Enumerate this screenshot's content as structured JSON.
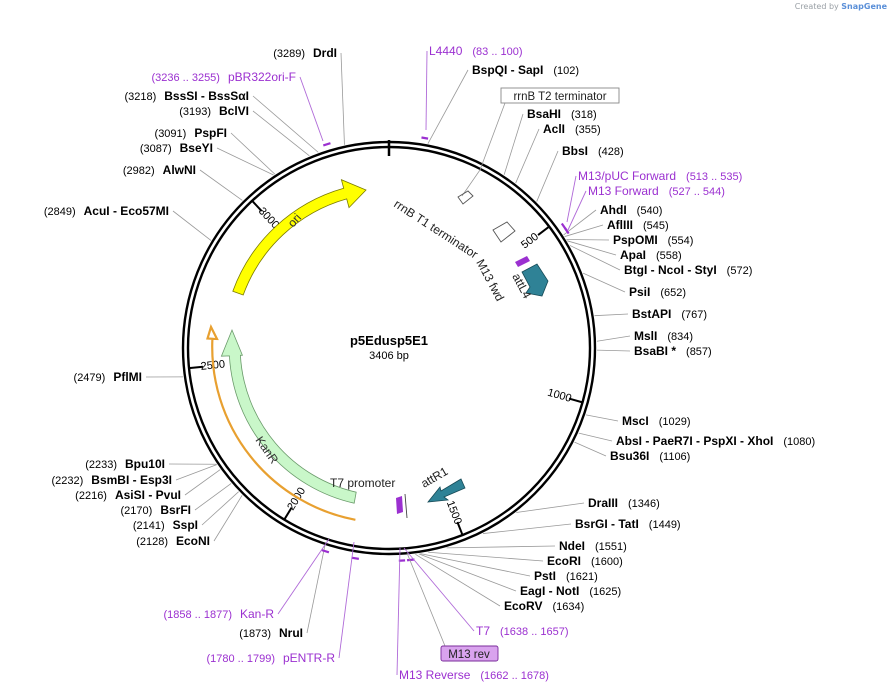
{
  "header": {
    "credit_prefix": "Created by",
    "credit_brand": "SnapGene"
  },
  "plasmid": {
    "name": "p5Edusp5E1",
    "length_label": "3406 bp",
    "length_bp": 3406
  },
  "colors": {
    "feature_purple": "#9b30d0",
    "site_black": "#000000",
    "ori": "#ffff00",
    "kanr": "#c9f7c9",
    "att": "#2f8296",
    "kanr_outline": "#e8a030"
  },
  "ticks": [
    {
      "bp": 500,
      "label": "500"
    },
    {
      "bp": 1000,
      "label": "1000"
    },
    {
      "bp": 1500,
      "label": "1500"
    },
    {
      "bp": 2000,
      "label": "2000"
    },
    {
      "bp": 2500,
      "label": "2500"
    },
    {
      "bp": 3000,
      "label": "3000"
    }
  ],
  "sites": [
    {
      "name": "DrdI",
      "pos": "(3289)",
      "bp": 3289,
      "side": "L"
    },
    {
      "name": "BspQI  -  SapI",
      "pos": "(102)",
      "bp": 102,
      "side": "R"
    },
    {
      "name": "BssSI  -  BssSαI",
      "pos": "(3218)",
      "bp": 3218,
      "side": "L"
    },
    {
      "name": "BclVI",
      "pos": "(3193)",
      "bp": 3193,
      "side": "L"
    },
    {
      "name": "BsaHI",
      "pos": "(318)",
      "bp": 318,
      "side": "R"
    },
    {
      "name": "AclI",
      "pos": "(355)",
      "bp": 355,
      "side": "R"
    },
    {
      "name": "PspFI",
      "pos": "(3091)",
      "bp": 3091,
      "side": "L"
    },
    {
      "name": "BseYI",
      "pos": "(3087)",
      "bp": 3087,
      "side": "L"
    },
    {
      "name": "BbsI",
      "pos": "(428)",
      "bp": 428,
      "side": "R"
    },
    {
      "name": "AlwNI",
      "pos": "(2982)",
      "bp": 2982,
      "side": "L"
    },
    {
      "name": "AcuI  -  Eco57MI",
      "pos": "(2849)",
      "bp": 2849,
      "side": "L"
    },
    {
      "name": "AhdI",
      "pos": "(540)",
      "bp": 540,
      "side": "R"
    },
    {
      "name": "AflIII",
      "pos": "(545)",
      "bp": 545,
      "side": "R"
    },
    {
      "name": "PspOMI",
      "pos": "(554)",
      "bp": 554,
      "side": "R"
    },
    {
      "name": "ApaI",
      "pos": "(558)",
      "bp": 558,
      "side": "R"
    },
    {
      "name": "BtgI  -  NcoI  -  StyI",
      "pos": "(572)",
      "bp": 572,
      "side": "R"
    },
    {
      "name": "PsiI",
      "pos": "(652)",
      "bp": 652,
      "side": "R"
    },
    {
      "name": "BstAPI",
      "pos": "(767)",
      "bp": 767,
      "side": "R"
    },
    {
      "name": "MslI",
      "pos": "(834)",
      "bp": 834,
      "side": "R"
    },
    {
      "name": "BsaBI *",
      "pos": "(857)",
      "bp": 857,
      "side": "R"
    },
    {
      "name": "PflMI",
      "pos": "(2479)",
      "bp": 2479,
      "side": "L"
    },
    {
      "name": "MscI",
      "pos": "(1029)",
      "bp": 1029,
      "side": "R"
    },
    {
      "name": "AbsI  -  PaeR7I  -  PspXI  -  XhoI",
      "pos": "(1080)",
      "bp": 1080,
      "side": "R"
    },
    {
      "name": "Bsu36I",
      "pos": "(1106)",
      "bp": 1106,
      "side": "R"
    },
    {
      "name": "Bpu10I",
      "pos": "(2233)",
      "bp": 2233,
      "side": "L"
    },
    {
      "name": "BsmBI  -  Esp3I",
      "pos": "(2232)",
      "bp": 2232,
      "side": "L"
    },
    {
      "name": "AsiSI  -  PvuI",
      "pos": "(2216)",
      "bp": 2216,
      "side": "L"
    },
    {
      "name": "BsrFI",
      "pos": "(2170)",
      "bp": 2170,
      "side": "L"
    },
    {
      "name": "SspI",
      "pos": "(2141)",
      "bp": 2141,
      "side": "L"
    },
    {
      "name": "EcoNI",
      "pos": "(2128)",
      "bp": 2128,
      "side": "L"
    },
    {
      "name": "DraIII",
      "pos": "(1346)",
      "bp": 1346,
      "side": "R"
    },
    {
      "name": "BsrGI  -  TatI",
      "pos": "(1449)",
      "bp": 1449,
      "side": "R"
    },
    {
      "name": "NdeI",
      "pos": "(1551)",
      "bp": 1551,
      "side": "R"
    },
    {
      "name": "EcoRI",
      "pos": "(1600)",
      "bp": 1600,
      "side": "R"
    },
    {
      "name": "PstI",
      "pos": "(1621)",
      "bp": 1621,
      "side": "R"
    },
    {
      "name": "EagI  -  NotI",
      "pos": "(1625)",
      "bp": 1625,
      "side": "R"
    },
    {
      "name": "EcoRV",
      "pos": "(1634)",
      "bp": 1634,
      "side": "R"
    },
    {
      "name": "NruI",
      "pos": "(1873)",
      "bp": 1873,
      "side": "L"
    }
  ],
  "primers": [
    {
      "name": "L4440",
      "range": "(83 .. 100)",
      "start": 83,
      "end": 100,
      "side": "R"
    },
    {
      "name": "pBR322ori-F",
      "range": "(3236 .. 3255)",
      "start": 3236,
      "end": 3255,
      "side": "L"
    },
    {
      "name": "M13/pUC Forward",
      "range": "(513 .. 535)",
      "start": 513,
      "end": 535,
      "side": "R"
    },
    {
      "name": "M13 Forward",
      "range": "(527 .. 544)",
      "start": 527,
      "end": 544,
      "side": "R"
    },
    {
      "name": "Kan-R",
      "range": "(1858 .. 1877)",
      "start": 1858,
      "end": 1877,
      "side": "L"
    },
    {
      "name": "pENTR-R",
      "range": "(1780 .. 1799)",
      "start": 1780,
      "end": 1799,
      "side": "L"
    },
    {
      "name": "T7",
      "range": "(1638 .. 1657)",
      "start": 1638,
      "end": 1657,
      "side": "R"
    },
    {
      "name": "M13 Reverse",
      "range": "(1662 .. 1678)",
      "start": 1662,
      "end": 1678,
      "side": "R"
    }
  ],
  "boxed_labels": {
    "rrnb_t2": "rrnB T2 terminator",
    "m13_rev": "M13 rev"
  },
  "features": {
    "ori": "ori",
    "kanr": "KanR",
    "rrnb_t1": "rrnB T1 terminator",
    "m13_fwd": "M13 fwd",
    "attl4": "attL4",
    "attr1": "attR1",
    "t7_promoter": "T7 promoter"
  }
}
